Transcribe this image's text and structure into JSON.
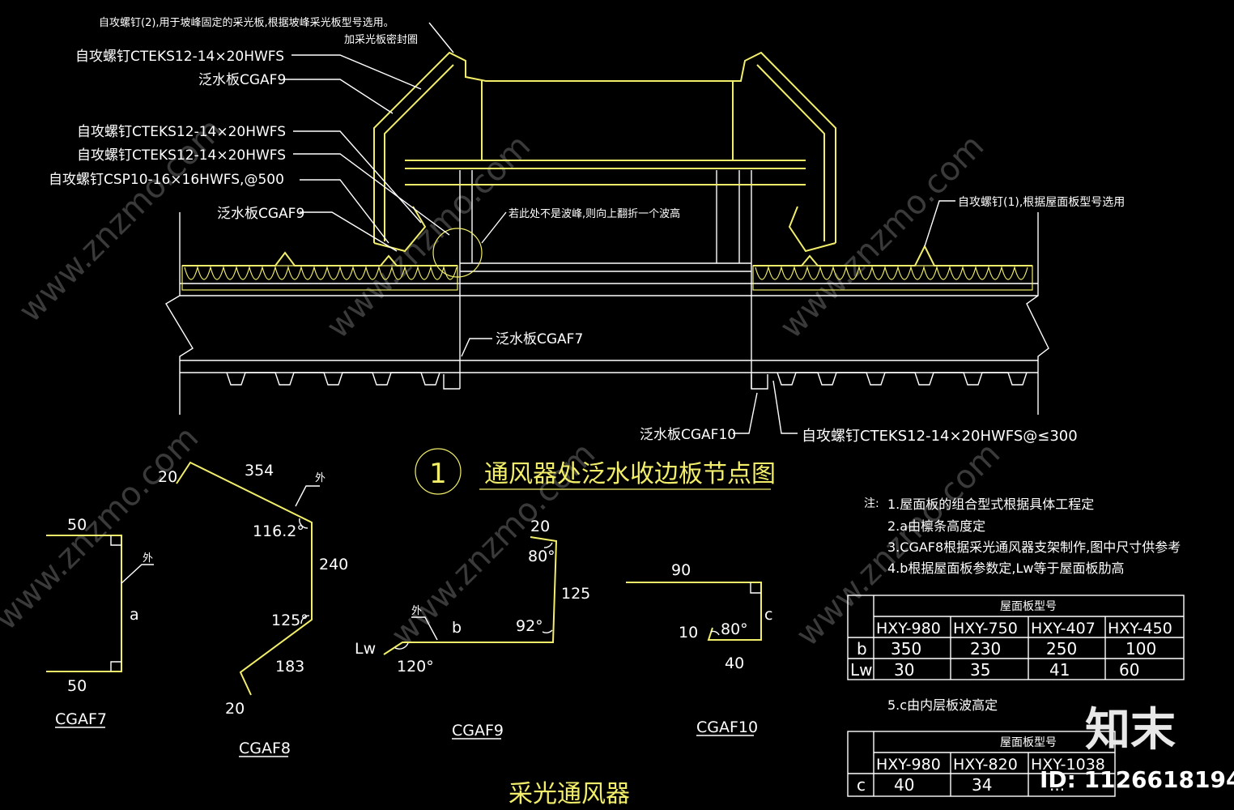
{
  "labels": {
    "screw2": "自攻螺钉(2),用于坡峰固定的采光板,根据坡峰采光板型号选用。",
    "seal": "加采光板密封圈",
    "screw_a": "自攻螺钉CTEKS12-14×20HWFS",
    "flash_cgaf9_top": "泛水板CGAF9",
    "screw_b": "自攻螺钉CTEKS12-14×20HWFS",
    "screw_c": "自攻螺钉CTEKS12-14×20HWFS",
    "screw_csp": "自攻螺钉CSP10-16×16HWFS,@500",
    "flash_cgaf9_low": "泛水板CGAF9",
    "note_peak": "若此处不是波峰,则向上翻折一个波高",
    "screw1": "自攻螺钉(1),根据屋面板型号选用",
    "flash_cgaf7": "泛水板CGAF7",
    "flash_cgaf10": "泛水板CGAF10",
    "screw_bottom": "自攻螺钉CTEKS12-14×20HWFS@≤300"
  },
  "title": {
    "number": "1",
    "text": "通风器处泛水收边板节点图"
  },
  "profiles": {
    "cgaf7": {
      "name": "CGAF7",
      "top": "50",
      "bottom": "50",
      "side": "a",
      "out": "外"
    },
    "cgaf8": {
      "name": "CGAF8",
      "d20a": "20",
      "d354": "354",
      "out": "外",
      "a116": "116.2°",
      "d240": "240",
      "a125": "125°",
      "d183": "183",
      "d20b": "20"
    },
    "cgaf9": {
      "name": "CGAF9",
      "d20": "20",
      "a80": "80°",
      "d125": "125",
      "a92": "92°",
      "b": "b",
      "out": "外",
      "lw": "Lw",
      "a120": "120°"
    },
    "cgaf10": {
      "name": "CGAF10",
      "d90": "90",
      "c": "c",
      "d10": "10",
      "a80": "80°",
      "d40": "40"
    }
  },
  "notes": {
    "heading": "注:",
    "n1": "1.屋面板的组合型式根据具体工程定",
    "n2": "2.a由檩条高度定",
    "n3": "3.CGAF8根据采光通风器支架制作,图中尺寸供参考",
    "n4": "4.b根据屋面板参数定,Lw等于屋面板肋高",
    "n5": "5.c由内层板波高定"
  },
  "table1": {
    "header": "屋面板型号",
    "cols": [
      "HXY-980",
      "HXY-750",
      "HXY-407",
      "HXY-450"
    ],
    "rows": [
      {
        "label": "b",
        "values": [
          "350",
          "230",
          "250",
          "100"
        ]
      },
      {
        "label": "Lw",
        "values": [
          "30",
          "35",
          "41",
          "60"
        ]
      }
    ]
  },
  "table2": {
    "header": "屋面板型号",
    "cols": [
      "HXY-980",
      "HXY-820",
      "HXY-1038"
    ],
    "rows": [
      {
        "label": "c",
        "values": [
          "40",
          "34",
          "..."
        ]
      }
    ]
  },
  "caption": "采光通风器",
  "watermark": {
    "brand": "知末",
    "id": "ID: 1126618194",
    "site": "www.znzmo.com"
  },
  "colors": {
    "line": "#ffffff",
    "yellow": "#f2ee6a",
    "background": "#000000"
  }
}
